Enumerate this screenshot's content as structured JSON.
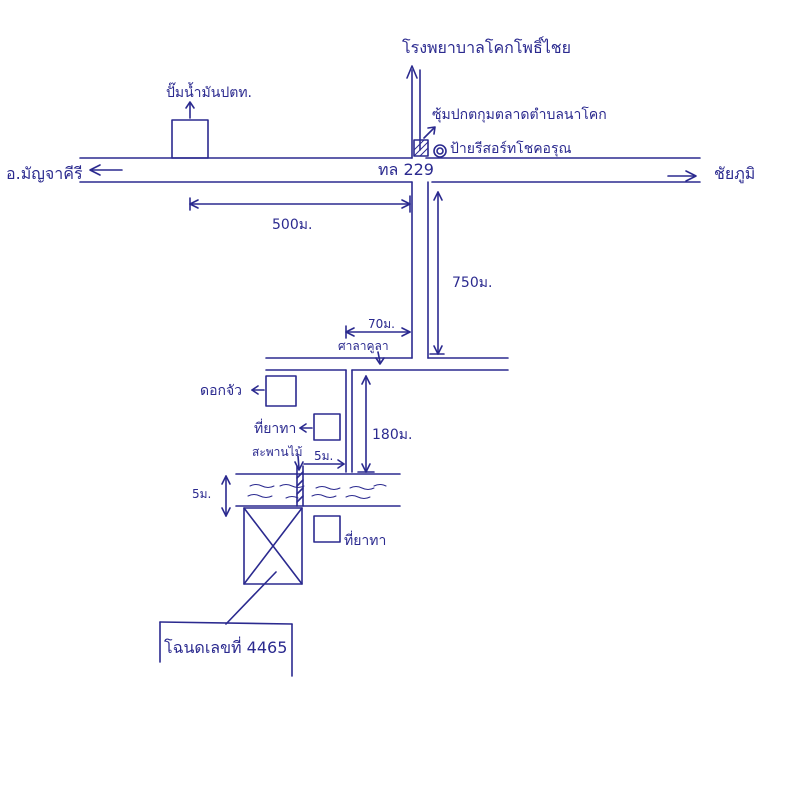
{
  "ink_color": "#2b2a8f",
  "labels": {
    "hospital": "โรงพยาบาลโคกโพธิ์ไชย",
    "gas_station": "ปั๊มน้ำมันปตท.",
    "left_destination": "อ.มัญจาคีรี",
    "right_destination": "ชัยภูมิ",
    "highway": "ทล 229",
    "roadside_shop": "ซุ้มปกตกุมตลาดตำบลนาโคก",
    "resort_sign": "ป้ายรีสอร์ทโชคอรุณ",
    "dist_500m": "500ม.",
    "dist_750m": "750ม.",
    "dist_70m": "70ม.",
    "junction_sign": "ศาลาคูลา",
    "house_dogkrua": "ดอกจัว",
    "house_thiyana_1": "ที่ยาทา",
    "dist_180m": "180ม.",
    "bridge": "สะพานไม้",
    "dist_5m_bridge": "5ม.",
    "dist_5m_canal": "5ม.",
    "house_thiyana_2": "ที่ยาทา",
    "plot_deed": "โฉนดเลขที่ 4465"
  },
  "icons": {
    "plot": "crossed-box-icon",
    "shop": "hatched-box-icon",
    "sign": "circle-sign-icon",
    "arrows": "arrow-icon"
  }
}
